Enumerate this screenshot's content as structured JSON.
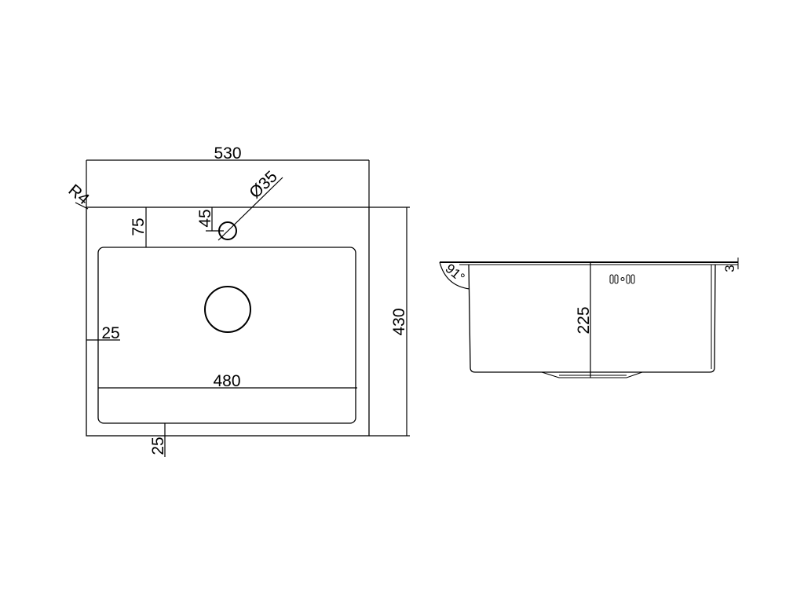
{
  "top_view": {
    "width_label": "530",
    "height_label": "430",
    "corner_radius_label": "R4",
    "tap_hole_label": "Ø35",
    "tap_offset_label": "45",
    "bowl_offset_top_label": "75",
    "bowl_offset_side_label": "25",
    "bowl_width_label": "480",
    "bowl_offset_bottom_label": "25"
  },
  "side_view": {
    "angle_label": "91°",
    "depth_label": "225",
    "rim_thickness_label": "3"
  }
}
